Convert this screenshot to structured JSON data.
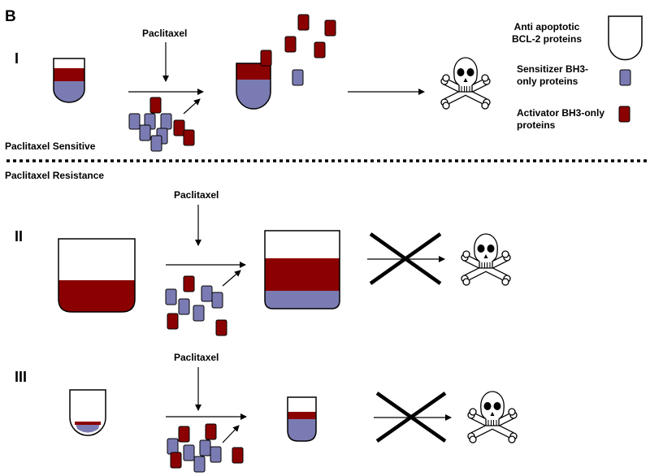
{
  "panel_label": "B",
  "colors": {
    "activator": "#8b0000",
    "sensitizer": "#7b7bb3",
    "outline": "#000000",
    "background": "#ffffff"
  },
  "legend": {
    "anti_apoptotic": {
      "line1": "Anti apoptotic",
      "line2": "BCL-2 proteins"
    },
    "sensitizer": {
      "line1": "Sensitizer BH3-",
      "line2": "only proteins"
    },
    "activator": {
      "line1": "Activator BH3-only",
      "line2": "proteins"
    }
  },
  "rows": {
    "row1": {
      "numeral": "I",
      "drug": "Paclitaxel",
      "caption": "Paclitaxel Sensitive",
      "outcome_icon": "skull-crossbones-icon"
    },
    "row2": {
      "numeral": "II",
      "drug": "Paclitaxel",
      "caption": "Paclitaxel Resistance",
      "outcome_icon": "skull-crossbones-icon",
      "blocked": true
    },
    "row3": {
      "numeral": "III",
      "drug": "Paclitaxel",
      "outcome_icon": "skull-crossbones-icon",
      "blocked": true
    }
  }
}
